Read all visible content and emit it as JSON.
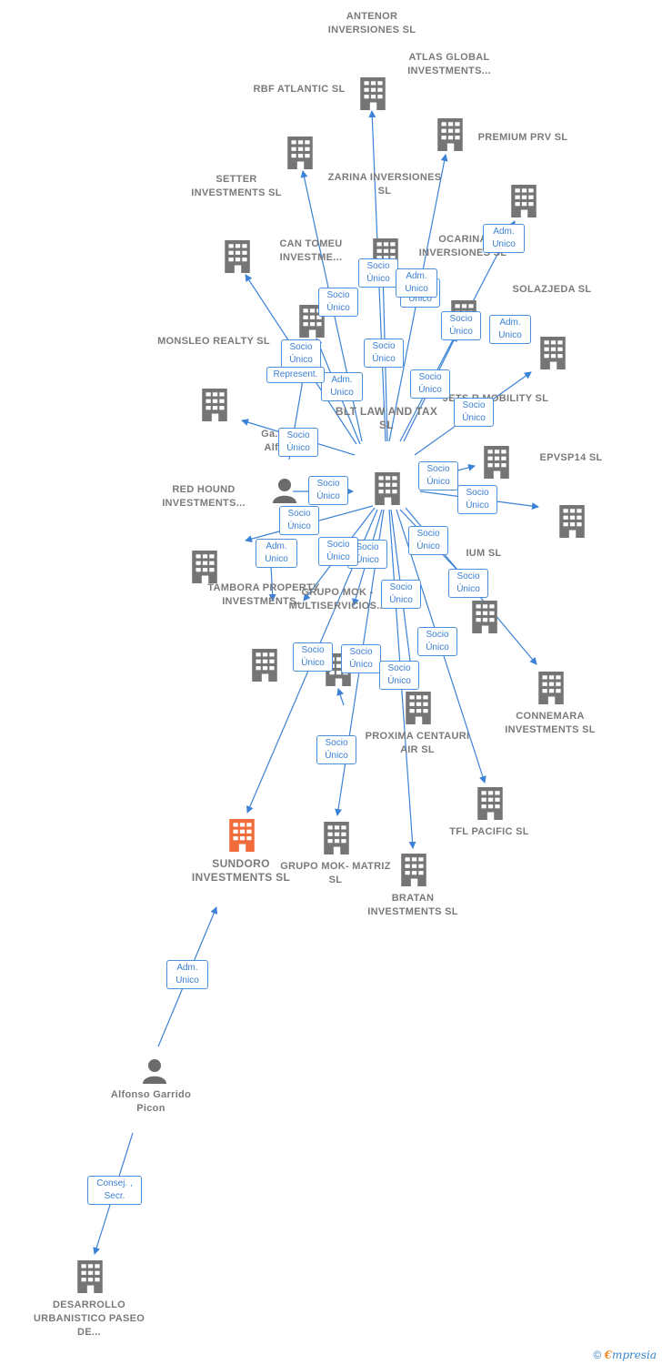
{
  "nodes": {
    "antenor": "ANTENOR INVERSIONES SL",
    "atlas": "ATLAS GLOBAL INVESTMENTS...",
    "rbf": "RBF ATLANTIC SL",
    "premium": "PREMIUM PRV SL",
    "setter": "SETTER INVESTMENTS SL",
    "zarina": "ZARINA INVERSIONES SL",
    "can_tomeu": "CAN TOMEU INVESTME...",
    "ocarina": "OCARINA INVERSIONES SL",
    "solazjeda": "SOLAZJEDA SL",
    "monsleo": "MONSLEO REALTY SL",
    "gar_person": "Ga... Pi... Alfonso",
    "blt": "BLT LAW AND TAX SL",
    "jets": "JETS R MOBILITY SL",
    "epvsp14": "EPVSP14 SL",
    "red_hound": "RED HOUND INVESTMENTS...",
    "tambora": "TAMBORA PROPERTY INVESTMENTS...",
    "grupo_mok_multi": "GRUPO MOK - MULTISERVICIOS...",
    "ium": "IUM SL",
    "connemara": "CONNEMARA INVESTMENTS SL",
    "proxima": "PROXIMA CENTAURI AIR SL",
    "tfl": "TFL PACIFIC SL",
    "sundoro": "SUNDORO INVESTMENTS SL",
    "grupo_mok_matriz": "GRUPO MOK- MATRIZ SL",
    "bratan": "BRATAN INVESTMENTS SL",
    "alfonso": "Alfonso Garrido Picon",
    "desarrollo": "DESARROLLO URBANISTICO PASEO DE..."
  },
  "edge_labels": {
    "socio_unico": "Socio Único",
    "adm_unico": "Adm. Unico",
    "represent": "Represent.",
    "consej_secr": "Consej. , Secr."
  },
  "colors": {
    "edge": "#3b82d6",
    "building": "#757575",
    "focus_building": "#f26b3a",
    "person": "#6b6b6b"
  },
  "footer": {
    "copyright": "©",
    "brand_e": "€",
    "brand_rest": "mpresia"
  }
}
